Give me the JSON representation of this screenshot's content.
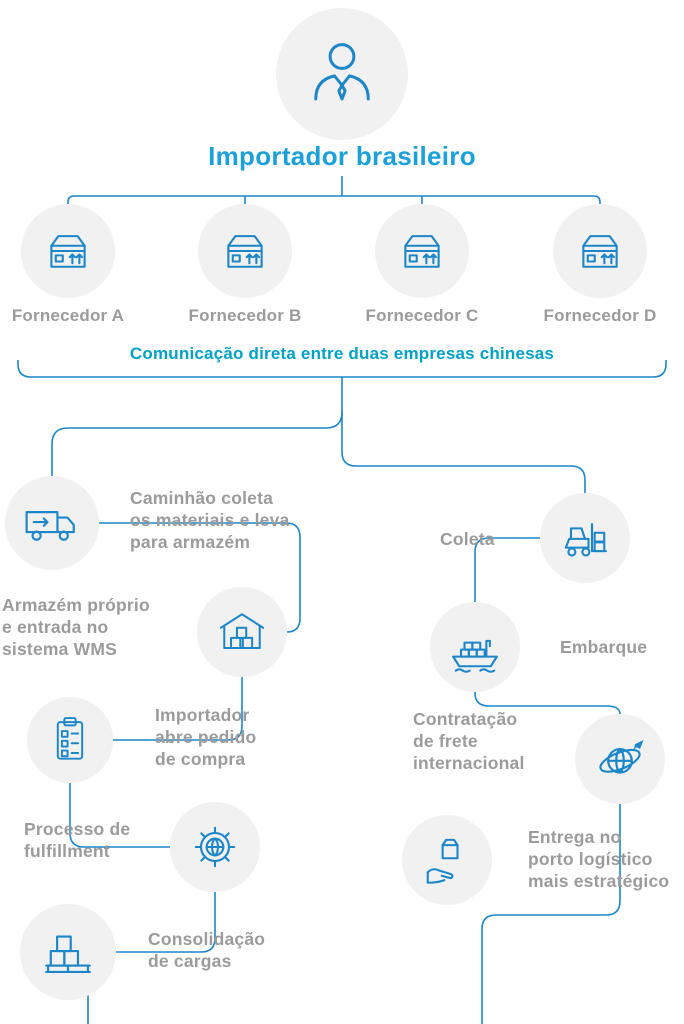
{
  "colors": {
    "accent_blue": "#1ba0da",
    "icon_blue": "#1d86c8",
    "line_blue": "#1d86c8",
    "teal": "#00a2c3",
    "gray_text": "#9b9b9b",
    "circle_bg": "#f1f1f2",
    "background": "#ffffff"
  },
  "header": {
    "title": "Importador brasileiro",
    "avatar_icon": "businessman-icon"
  },
  "suppliers": {
    "items": [
      {
        "icon": "package-box-icon",
        "label": "Fornecedor A"
      },
      {
        "icon": "package-box-icon",
        "label": "Fornecedor B"
      },
      {
        "icon": "package-box-icon",
        "label": "Fornecedor C"
      },
      {
        "icon": "package-box-icon",
        "label": "Fornecedor D"
      }
    ],
    "note": "Comunicação direta entre duas empresas chinesas"
  },
  "left_flow": [
    {
      "icon": "truck-icon",
      "label": "Caminhão coleta\nos materiais e leva\npara armazém"
    },
    {
      "icon": "warehouse-icon",
      "label": "Armazém próprio\ne entrada no\nsistema WMS"
    },
    {
      "icon": "clipboard-checklist-icon",
      "label": "Importador\nabre pedido\nde compra"
    },
    {
      "icon": "gear-globe-icon",
      "label": "Processo de\nfulfillment"
    },
    {
      "icon": "pallet-boxes-icon",
      "label": "Consolidação\nde cargas"
    }
  ],
  "right_flow": [
    {
      "icon": "forklift-icon",
      "label": "Coleta"
    },
    {
      "icon": "cargo-ship-icon",
      "label": "Embarque"
    },
    {
      "icon": "globe-plane-icon",
      "label": "Contratação\nde frete\ninternacional"
    },
    {
      "icon": "hand-box-icon",
      "label": "Entrega no\nporto logístico\nmais estratégico"
    }
  ]
}
